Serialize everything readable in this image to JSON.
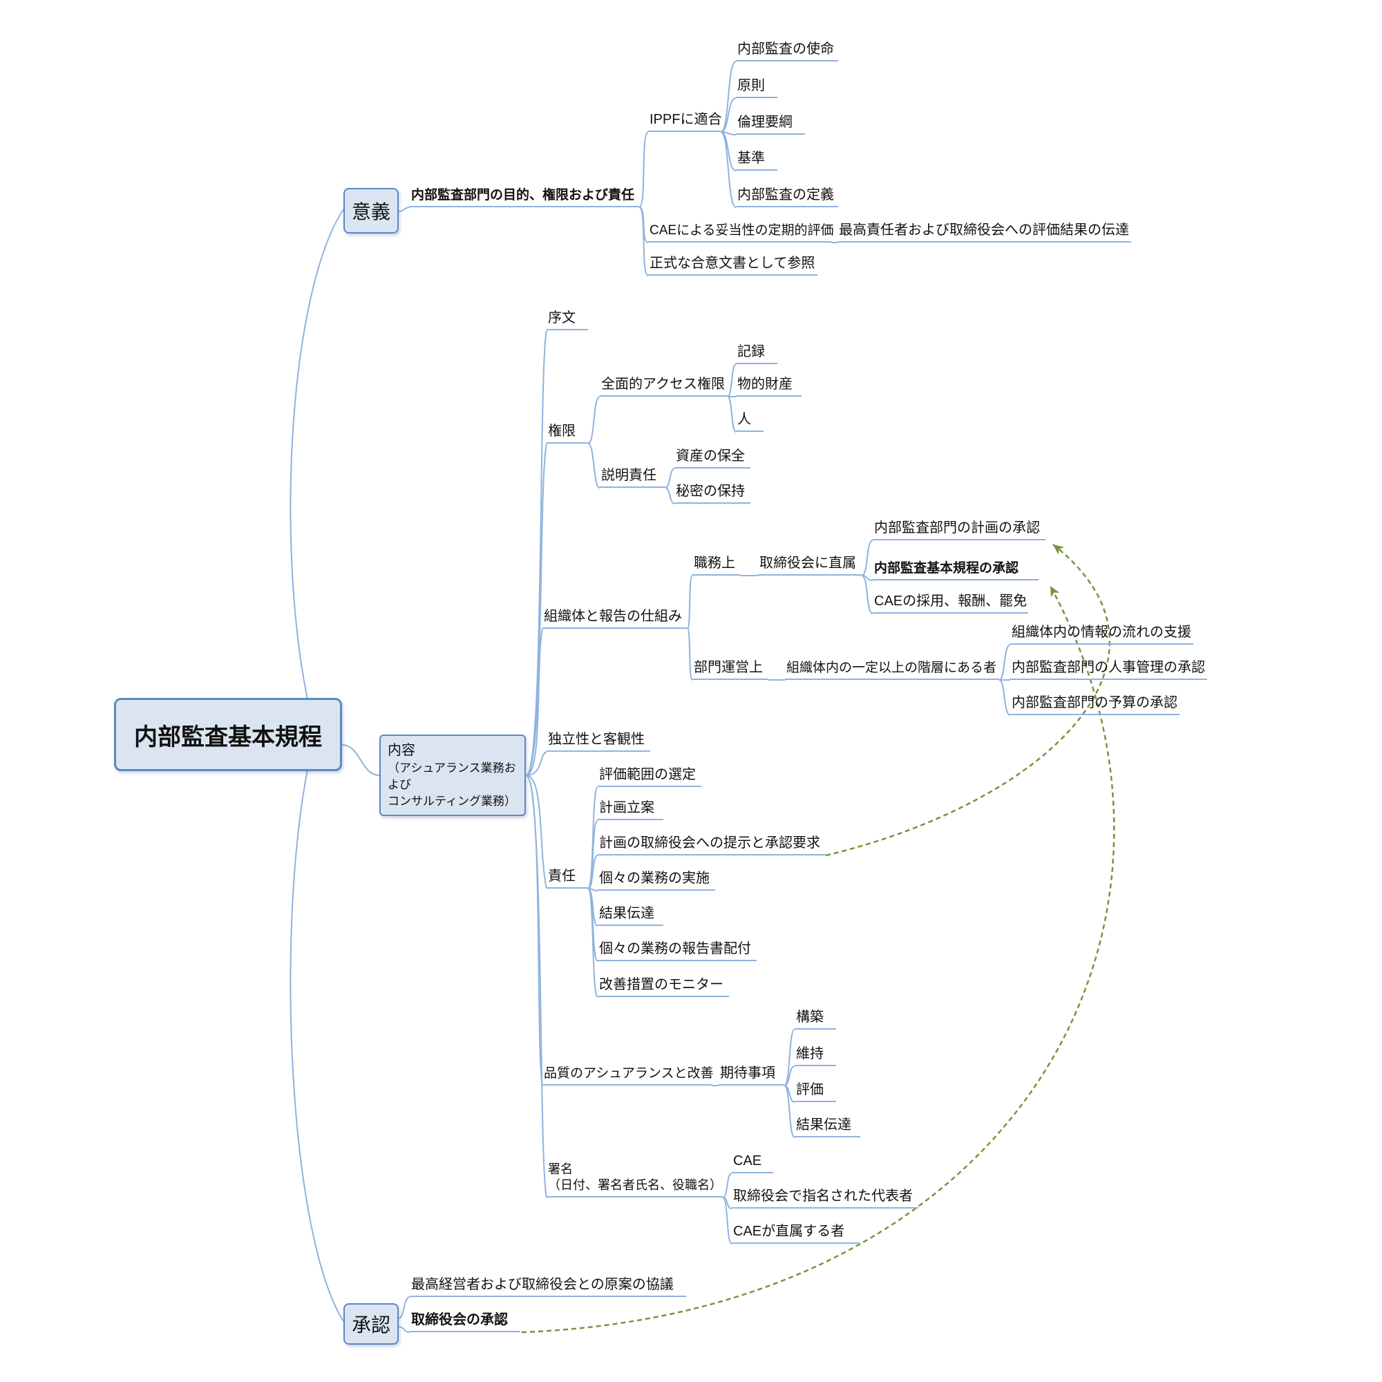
{
  "colors": {
    "connector": "#8fb3dd",
    "box_border": "#5b87c5",
    "box_fill": "#dbe5f1",
    "approval_arrow": "#77933c"
  },
  "mindmap": {
    "root": {
      "label": "内部監査基本規程"
    },
    "significance": {
      "label": "意義",
      "purpose": {
        "label": "内部監査部門の目的、権限および責任",
        "ippf": {
          "label": "IPPFに適合",
          "items": [
            "内部監査の使命",
            "原則",
            "倫理要綱",
            "基準",
            "内部監査の定義"
          ]
        },
        "cae_eval": {
          "label": "CAEによる妥当性の定期的評価",
          "result": "最高責任者および取締役会への評価結果の伝達"
        },
        "formal_doc": {
          "label": "正式な合意文書として参照"
        }
      }
    },
    "content": {
      "label_lines": [
        "内容",
        "（アシュアランス業務および",
        "コンサルティング業務）"
      ],
      "preamble": {
        "label": "序文"
      },
      "authority": {
        "label": "権限",
        "full_access": {
          "label": "全面的アクセス権限",
          "items": [
            "記録",
            "物的財産",
            "人"
          ]
        },
        "accountability": {
          "label": "説明責任",
          "items": [
            "資産の保全",
            "秘密の保持"
          ]
        }
      },
      "organization": {
        "label": "組織体と報告の仕組み",
        "functional": {
          "label": "職務上",
          "board_direct": {
            "label": "取締役会に直属",
            "items": [
              "内部監査部門の計画の承認",
              "内部監査基本規程の承認",
              "CAEの採用、報酬、罷免"
            ]
          }
        },
        "administrative": {
          "label": "部門運営上",
          "senior": {
            "label": "組織体内の一定以上の階層にある者",
            "items": [
              "組織体内の情報の流れの支援",
              "内部監査部門の人事管理の承認",
              "内部監査部門の予算の承認"
            ]
          }
        }
      },
      "independence": {
        "label": "独立性と客観性"
      },
      "responsibility": {
        "label": "責任",
        "items": [
          "評価範囲の選定",
          "計画立案",
          "計画の取締役会への提示と承認要求",
          "個々の業務の実施",
          "結果伝達",
          "個々の業務の報告書配付",
          "改善措置のモニター"
        ]
      },
      "quality": {
        "label": "品質のアシュアランスと改善",
        "expectations": {
          "label": "期待事項",
          "items": [
            "構築",
            "維持",
            "評価",
            "結果伝達"
          ]
        }
      },
      "signature": {
        "label_lines": [
          "署名",
          "（日付、署名者氏名、役職名）"
        ],
        "items": [
          "CAE",
          "取締役会で指名された代表者",
          "CAEが直属する者"
        ]
      }
    },
    "approval": {
      "label": "承認",
      "items": [
        "最高経営者および取締役会との原案の協議",
        "取締役会の承認"
      ]
    }
  }
}
